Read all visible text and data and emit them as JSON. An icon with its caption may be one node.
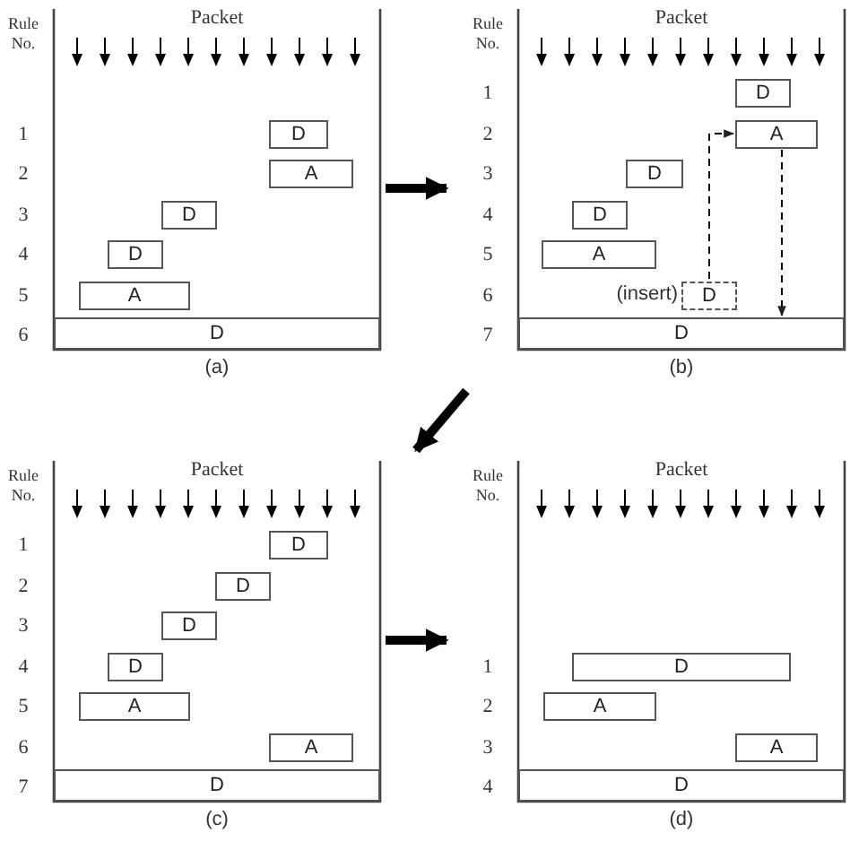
{
  "diagram": {
    "nodes": [
      {
        "text": [
          "Packet"
        ],
        "beside": [
          "(a)"
        ]
      },
      {
        "text": [
          "D"
        ],
        "in": 0
      },
      {
        "text": [
          "A"
        ],
        "in": 0
      },
      {
        "text": [
          "D"
        ],
        "in": 0
      },
      {
        "text": [
          "D"
        ],
        "in": 0
      },
      {
        "text": [
          "A"
        ],
        "in": 0
      },
      {
        "text": [
          "D"
        ],
        "in": 0
      },
      {
        "text": [
          "Packet"
        ],
        "beside": [
          "(b)"
        ]
      },
      {
        "text": [
          "D"
        ],
        "in": 7
      },
      {
        "text": [
          "A"
        ],
        "in": 7
      },
      {
        "text": [
          "D"
        ],
        "in": 7
      },
      {
        "text": [
          "D"
        ],
        "in": 7
      },
      {
        "text": [
          "A"
        ],
        "in": 7
      },
      {
        "text": [
          "D"
        ],
        "in": 7,
        "beside": [
          "(insert)"
        ]
      },
      {
        "text": [
          "D"
        ],
        "in": 7
      },
      {
        "text": [
          "Packet"
        ],
        "beside": [
          "(c)"
        ]
      },
      {
        "text": [
          "D"
        ],
        "in": 15
      },
      {
        "text": [
          "D"
        ],
        "in": 15
      },
      {
        "text": [
          "D"
        ],
        "in": 15
      },
      {
        "text": [
          "D"
        ],
        "in": 15
      },
      {
        "text": [
          "A"
        ],
        "in": 15
      },
      {
        "text": [
          "A"
        ],
        "in": 15
      },
      {
        "text": [
          "D"
        ],
        "in": 15
      },
      {
        "text": [
          "Packet"
        ],
        "beside": [
          "(d)"
        ]
      },
      {
        "text": [
          "D"
        ],
        "in": 23
      },
      {
        "text": [
          "A"
        ],
        "in": 23
      },
      {
        "text": [
          "A"
        ],
        "in": 23
      },
      {
        "text": [
          "D"
        ],
        "in": 23
      }
    ],
    "edges": [
      {
        "from": 0,
        "to": 7,
        "arrow": "to"
      },
      {
        "from": 13,
        "to": 9,
        "arrow": "to",
        "style": "dashed"
      },
      {
        "from": 9,
        "to": 14,
        "arrow": "to",
        "style": "dashed"
      },
      {
        "from": 7,
        "to": 15,
        "arrow": "to"
      },
      {
        "from": 15,
        "to": 23,
        "arrow": "to"
      }
    ],
    "labels": [
      "Rule No.",
      "1",
      "2",
      "3",
      "4",
      "5",
      "6",
      "Rule No.",
      "1",
      "2",
      "3",
      "4",
      "5",
      "6",
      "7",
      "Rule No.",
      "1",
      "2",
      "3",
      "4",
      "5",
      "6",
      "7",
      "Rule No.",
      "1",
      "2",
      "3",
      "4"
    ]
  }
}
